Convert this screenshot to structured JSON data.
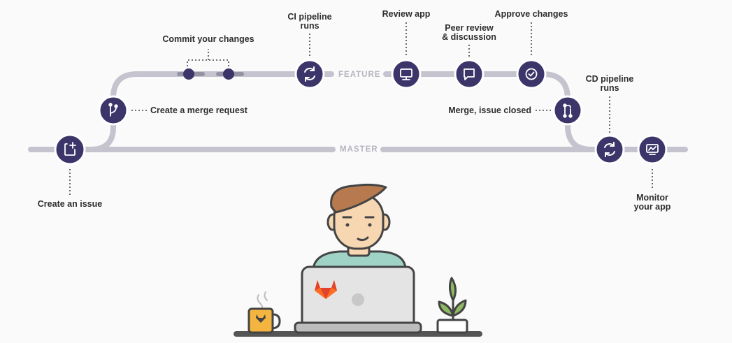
{
  "lanes": {
    "feature": "FEATURE",
    "master": "MASTER"
  },
  "steps": {
    "create_issue": "Create an issue",
    "merge_request": "Create a merge request",
    "commit": "Commit your changes",
    "ci_line1": "CI pipeline",
    "ci_line2": "runs",
    "review_app": "Review app",
    "peer_line1": "Peer review",
    "peer_line2": "& discussion",
    "approve": "Approve changes",
    "merge_closed": "Merge, issue closed",
    "cd_line1": "CD pipeline",
    "cd_line2": "runs",
    "monitor_line1": "Monitor",
    "monitor_line2": "your app"
  },
  "colors": {
    "track": "#c5c3cd",
    "node": "#3b3569",
    "node_ring": "#ffffff",
    "dot": "#3b3569",
    "skin": "#f7d7b2",
    "hair": "#b77a4e",
    "shirt": "#9fd3c6",
    "laptop": "#e4e4e4",
    "outline": "#444444",
    "mug": "#f4b540",
    "plant": "#8fb863"
  },
  "icons": [
    "issue-icon",
    "branch-icon",
    "sync-icon",
    "monitor-icon",
    "comment-icon",
    "check-icon",
    "merge-icon",
    "sync-icon",
    "analytics-icon"
  ]
}
